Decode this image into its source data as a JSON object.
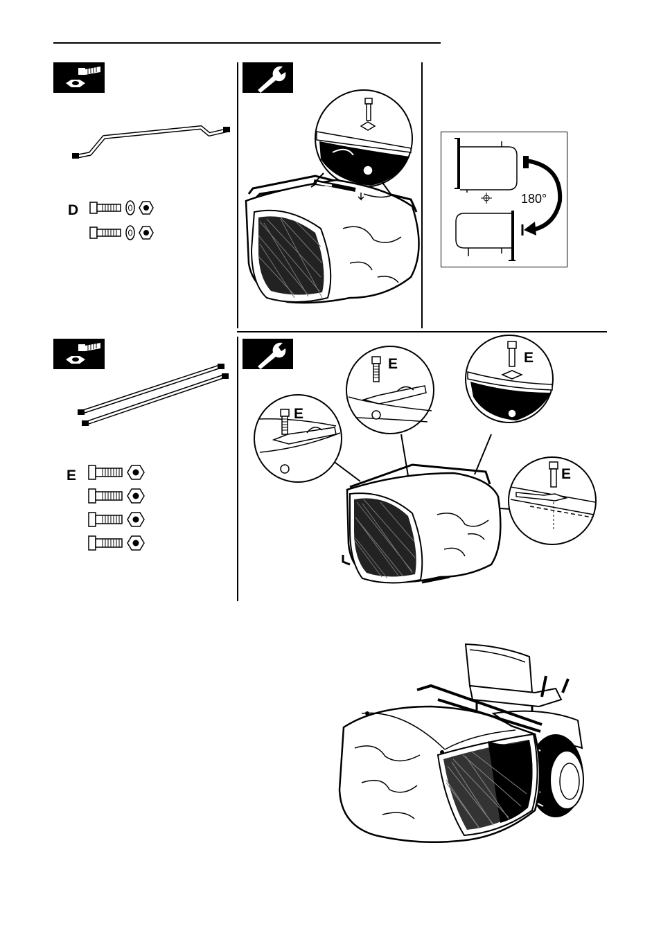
{
  "labels": {
    "kit_d": "D",
    "kit_e": "E",
    "rotation": "180°",
    "detail_e1": "E",
    "detail_e2": "E",
    "detail_e3": "E",
    "detail_e4": "E"
  },
  "icons": {
    "parts": "hardware-parts-icon",
    "tool": "wrench-icon"
  }
}
